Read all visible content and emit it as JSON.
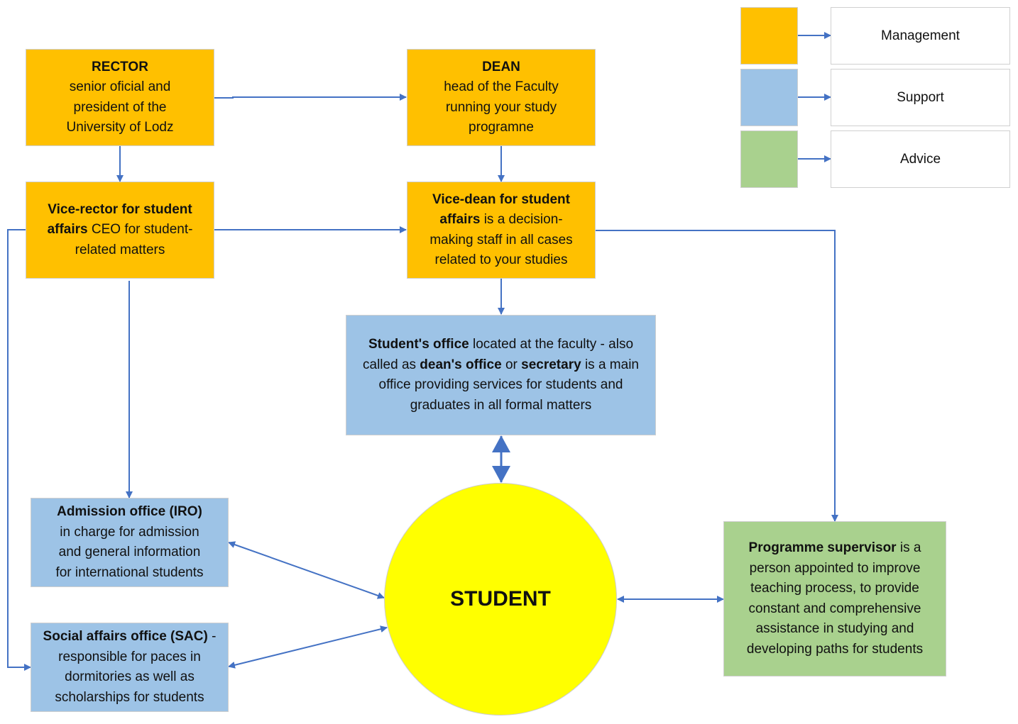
{
  "colors": {
    "management": "#ffc000",
    "support": "#9dc3e6",
    "advice": "#a9d18e",
    "student": "#ffff00",
    "connector": "#4472c4"
  },
  "legend": [
    {
      "category": "management",
      "label": "Management"
    },
    {
      "category": "support",
      "label": "Support"
    },
    {
      "category": "advice",
      "label": "Advice"
    }
  ],
  "nodes": {
    "rector": {
      "category": "management",
      "title": "RECTOR",
      "lines": [
        "senior oficial and",
        "president of the",
        "University of Lodz"
      ]
    },
    "dean": {
      "category": "management",
      "title": "DEAN",
      "lines": [
        "head of the Faculty",
        "running your study",
        "programne"
      ]
    },
    "vice_rector": {
      "category": "management",
      "bold": "Vice-rector for student affairs",
      "text": " CEO for student-related matters"
    },
    "vice_dean": {
      "category": "management",
      "bold": "Vice-dean for student affairs",
      "text": " is a decision-making staff in all cases related to your studies"
    },
    "students_office": {
      "category": "support",
      "bold1": "Student's office",
      "text1": " located at the faculty - also called as ",
      "bold2": "dean's office",
      "text2": " or ",
      "bold3": "secretary",
      "text3": " is a main office providing services for students and graduates in all formal matters"
    },
    "admission_office": {
      "category": "support",
      "title": "Admission office (IRO)",
      "lines": [
        "in charge for admission",
        "and general information",
        "for international students"
      ]
    },
    "social_affairs_office": {
      "category": "support",
      "bold": "Social affairs office (SAC)",
      "text": " - responsible for paces in  dormitories as well as scholarships for students"
    },
    "programme_supervisor": {
      "category": "advice",
      "bold": "Programme supervisor",
      "text": " is a person appointed to  improve teaching process, to provide constant and comprehensive assistance in studying and developing paths for students"
    },
    "student": {
      "label": "STUDENT"
    }
  },
  "connections": [
    {
      "from": "rector",
      "to": "dean",
      "direction": "forward"
    },
    {
      "from": "rector",
      "to": "vice_rector",
      "direction": "forward"
    },
    {
      "from": "dean",
      "to": "vice_dean",
      "direction": "forward"
    },
    {
      "from": "vice_rector",
      "to": "vice_dean",
      "direction": "forward"
    },
    {
      "from": "vice_rector",
      "to": "admission_office",
      "direction": "forward"
    },
    {
      "from": "vice_rector",
      "to": "social_affairs_office",
      "direction": "forward"
    },
    {
      "from": "vice_dean",
      "to": "students_office",
      "direction": "forward"
    },
    {
      "from": "vice_dean",
      "to": "programme_supervisor",
      "direction": "forward"
    },
    {
      "from": "students_office",
      "to": "student",
      "direction": "both"
    },
    {
      "from": "admission_office",
      "to": "student",
      "direction": "both"
    },
    {
      "from": "social_affairs_office",
      "to": "student",
      "direction": "both"
    },
    {
      "from": "student",
      "to": "programme_supervisor",
      "direction": "both"
    }
  ]
}
